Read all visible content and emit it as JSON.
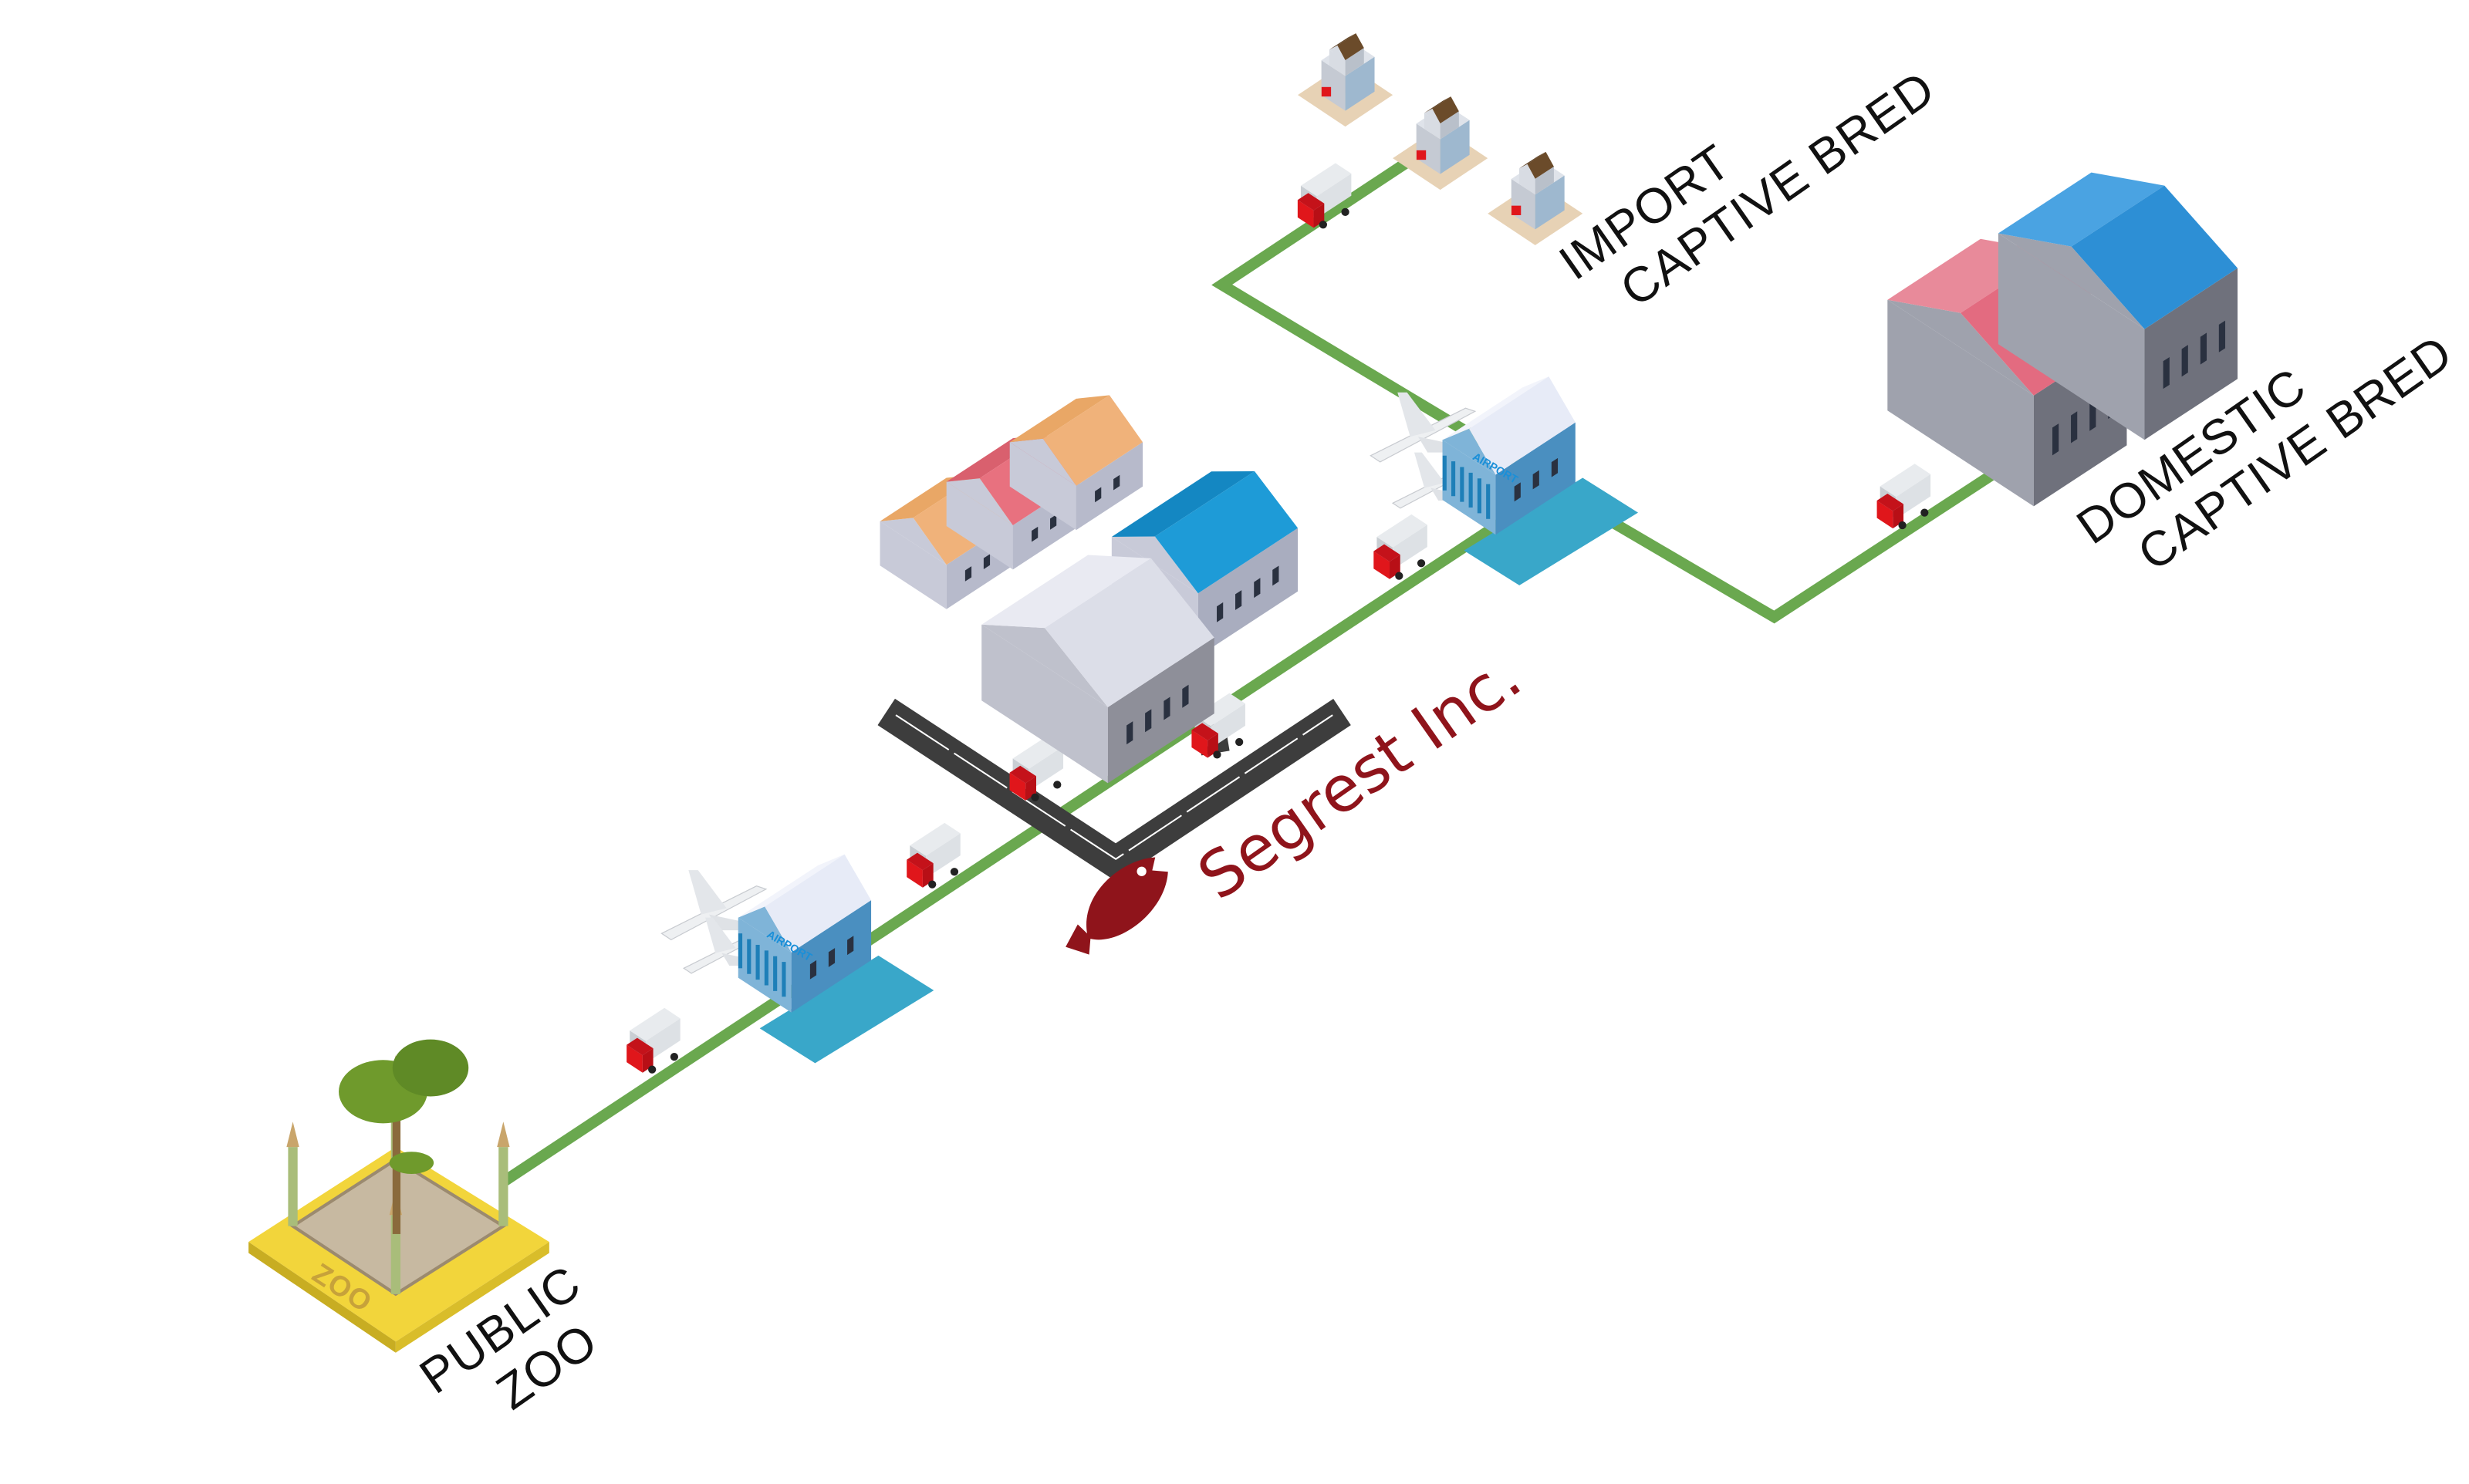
{
  "labels": {
    "import": {
      "line1": "IMPORT",
      "line2": "CAPTIVE BRED"
    },
    "domestic": {
      "line1": "DOMESTIC",
      "line2": "CAPTIVE BRED"
    },
    "zoo": {
      "line1": "PUBLIC",
      "line2": "ZOO"
    }
  },
  "brand": {
    "name": "Segrest Inc.",
    "icon": "fish-icon"
  },
  "airports": [
    {
      "sign": "AIRPORT"
    },
    {
      "sign": "AIRPORT"
    }
  ],
  "zoo_sign": "ZOO",
  "colors": {
    "route": "#6aa84f",
    "road": "#3d3d3d",
    "brand": "#8f141b",
    "truck_cab": "#e0161b",
    "airport_base": "#39a7c9"
  }
}
